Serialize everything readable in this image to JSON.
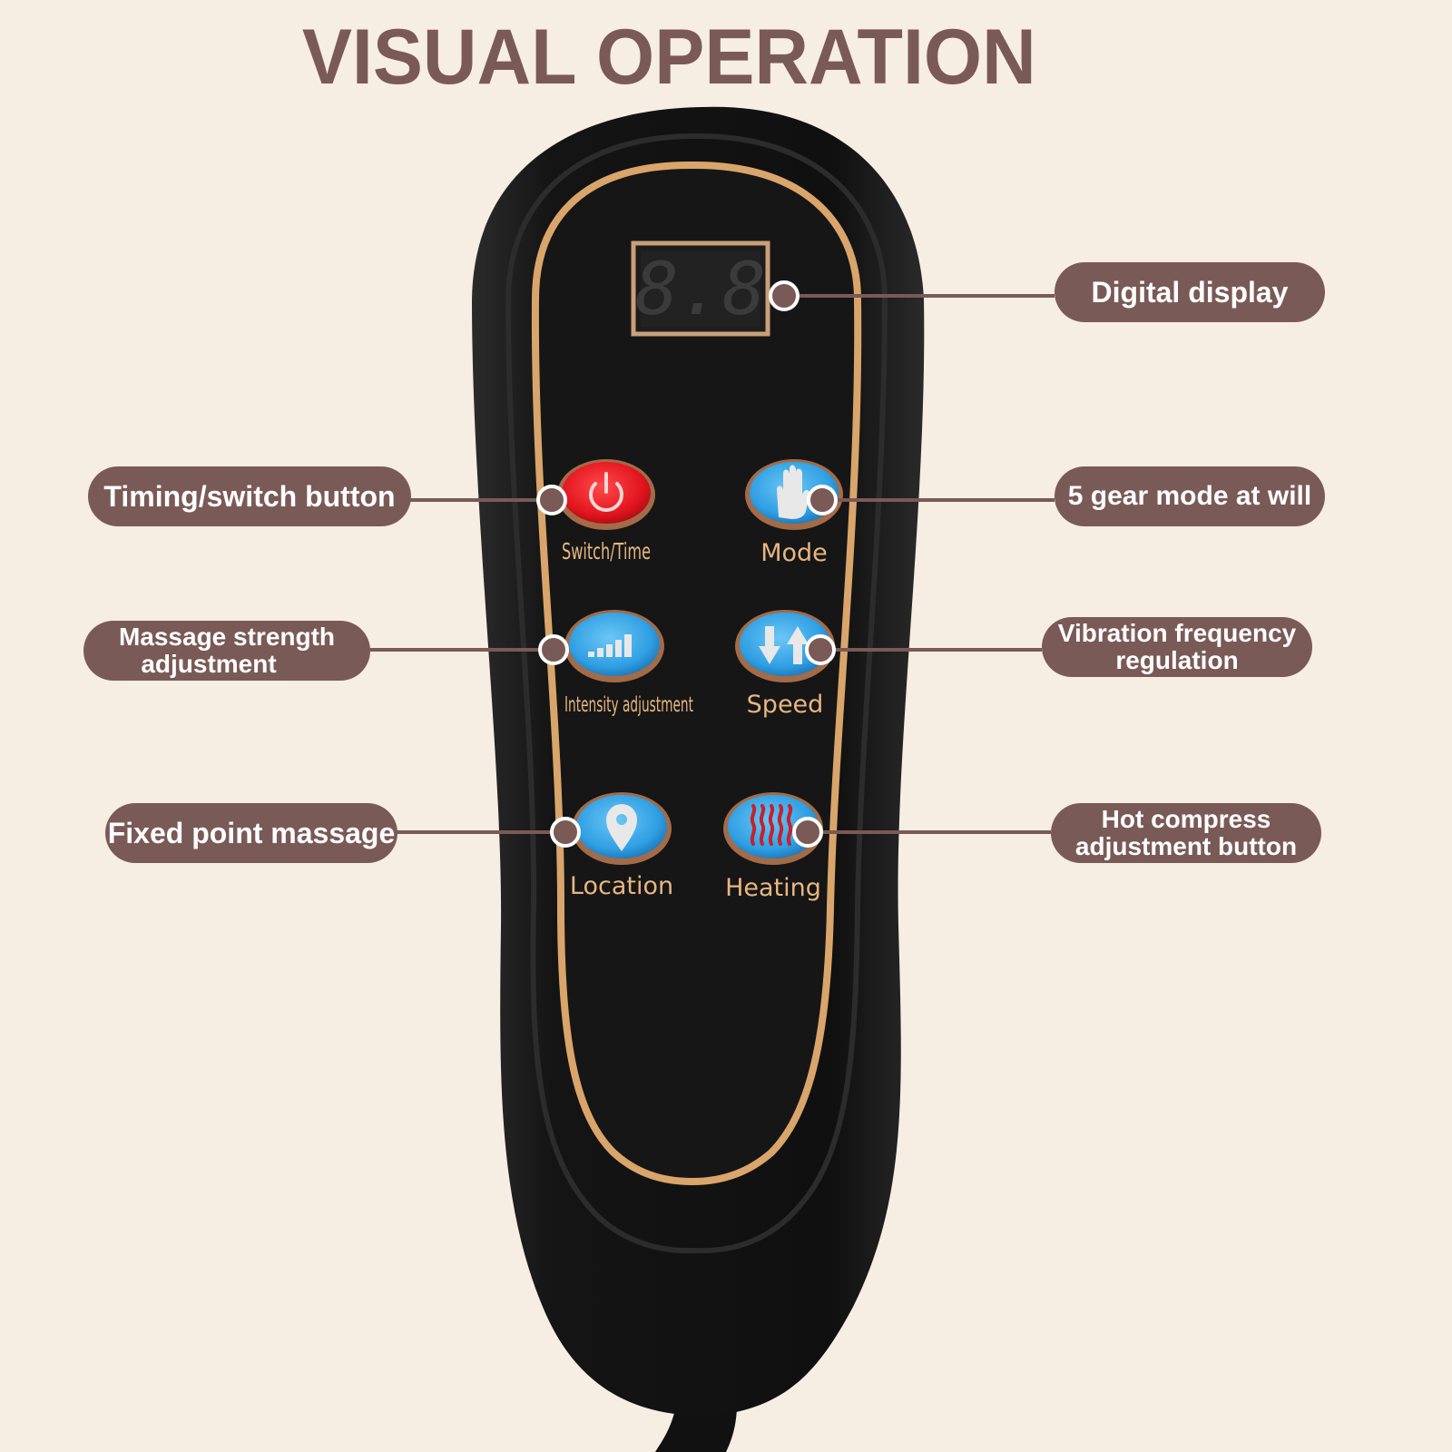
{
  "title": "VISUAL OPERATION",
  "display": {
    "readout": "8.8"
  },
  "buttons": {
    "switch_time": "Switch/Time",
    "mode": "Mode",
    "intensity": "Intensity adjustment",
    "speed": "Speed",
    "location": "Location",
    "heating": "Heating"
  },
  "callouts": {
    "digital_display": "Digital display",
    "timing_switch": "Timing/switch button",
    "gear_mode": "5 gear mode at will",
    "strength": {
      "line1": "Massage strength",
      "line2": "adjustment"
    },
    "vibration": {
      "line1": "Vibration frequency",
      "line2": "regulation"
    },
    "fixed_point": "Fixed point massage",
    "hot_compress": {
      "line1": "Hot compress",
      "line2": "adjustment button"
    }
  },
  "colors": {
    "background": "#f6ede3",
    "accent_brown": "#7a5a56",
    "gold_trim": "#d9a56b",
    "button_blue": "#3ba6e6",
    "power_red": "#e5202a",
    "remote_body": "#141414"
  },
  "icons": [
    "power-icon",
    "hand-icon",
    "signal-bars-icon",
    "up-down-arrows-icon",
    "location-pin-icon",
    "heat-waves-icon"
  ]
}
